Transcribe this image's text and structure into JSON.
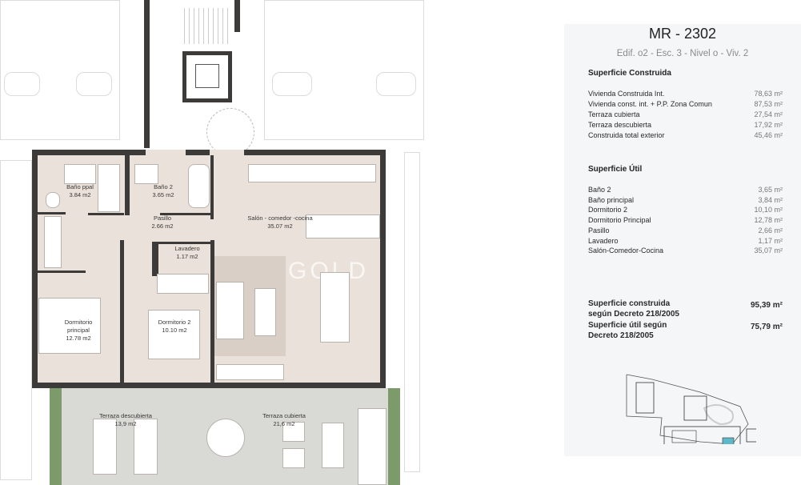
{
  "header": {
    "title": "MR - 2302",
    "subtitle": "Edif. o2 - Esc. 3 - Nivel o - Viv. 2"
  },
  "construida": {
    "heading": "Superficie Construida",
    "rows": [
      {
        "label": "Vivienda Construida Int.",
        "value": "78,63 m²"
      },
      {
        "label": "Vivienda const. int. + P.P. Zona Comun",
        "value": "87,53 m²"
      },
      {
        "label": "Terraza cubierta",
        "value": "27,54 m²"
      },
      {
        "label": "Terraza descubierta",
        "value": "17,92 m²"
      },
      {
        "label": "Construida total exterior",
        "value": "45,46 m²"
      }
    ]
  },
  "util": {
    "heading": "Superficie Útil",
    "rows": [
      {
        "label": "Baño 2",
        "value": "3,65 m²"
      },
      {
        "label": "Baño principal",
        "value": "3,84 m²"
      },
      {
        "label": "Dormitorio 2",
        "value": "10,10 m²"
      },
      {
        "label": "Dormitorio Principal",
        "value": "12,78 m²"
      },
      {
        "label": "Pasillo",
        "value": "2,66 m²"
      },
      {
        "label": "Lavadero",
        "value": "1,17 m²"
      },
      {
        "label": "Salón-Comedor-Cocina",
        "value": "35,07 m²"
      }
    ]
  },
  "summary": [
    {
      "label1": "Superficie construida",
      "label2": "según Decreto 218/2005",
      "value": "95,39 m²"
    },
    {
      "label1": "Superficie útil según",
      "label2": "Decreto 218/2005",
      "value": "75,79 m²"
    }
  ],
  "plan": {
    "watermark": "GOLD",
    "rooms": [
      {
        "name": "Baño ppal",
        "area": "3.84 m2"
      },
      {
        "name": "Baño 2",
        "area": "3.65 m2"
      },
      {
        "name": "Pasillo",
        "area": "2.66 m2"
      },
      {
        "name": "Salón - comedor -cocina",
        "area": "35.07 m2"
      },
      {
        "name": "Lavadero",
        "area": "1.17 m2"
      },
      {
        "name": "Dormitorio",
        "name2": "principal",
        "area": "12.78 m2"
      },
      {
        "name": "Dormitorio 2",
        "area": "10.10 m2"
      },
      {
        "name": "Terraza descubierta",
        "area": "13,9 m2"
      },
      {
        "name": "Terraza cubierta",
        "area": "21,6 m2"
      }
    ]
  },
  "colors": {
    "wall": "#3d3b3a",
    "floor": "#e9e1da",
    "terrace": "#d9d9d6",
    "hedge": "#7d9a6a",
    "highlight": "#5fb8c9",
    "panel": "#f5f6f7"
  }
}
